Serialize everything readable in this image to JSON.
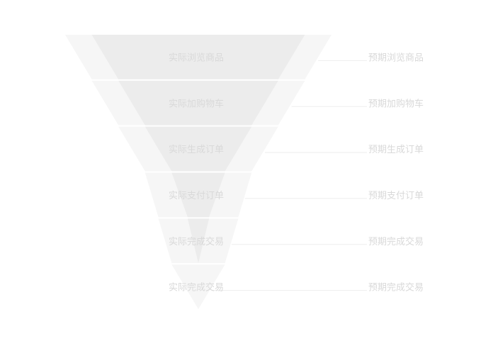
{
  "chart_data": {
    "type": "funnel",
    "title": "",
    "categories": [
      "浏览商品",
      "加购物车",
      "生成订单",
      "支付订单",
      "完成交易"
    ],
    "series": [
      {
        "name": "预期",
        "labels": [
          "预期浏览商品",
          "预期加购物车",
          "预期生成订单",
          "预期支付订单",
          "预期完成交易",
          "预期完成交易"
        ],
        "values": [
          100,
          80,
          60,
          40,
          30,
          20
        ]
      },
      {
        "name": "实际",
        "labels": [
          "实际浏览商品",
          "实际加购物车",
          "实际生成订单",
          "实际支付订单",
          "实际完成交易",
          "实际完成交易"
        ],
        "values": [
          80,
          60,
          40,
          20,
          8,
          0
        ]
      }
    ],
    "legend": "none",
    "colors": {
      "expected_fill": "#f6f6f6",
      "actual_fill": "#ececec",
      "label": "#d9d9d9",
      "leader_line": "#eeeeee"
    }
  }
}
